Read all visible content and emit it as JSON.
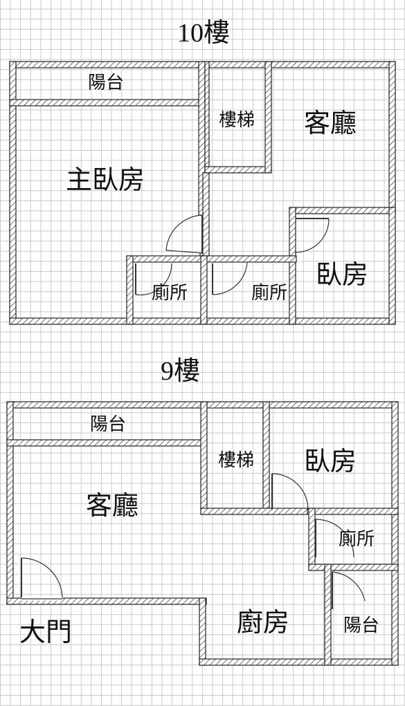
{
  "floors": [
    {
      "title": "10樓",
      "rooms": {
        "balcony": "陽台",
        "stairs": "樓梯",
        "living": "客廳",
        "master_bedroom": "主臥房",
        "bedroom": "臥房",
        "toilet_left": "廁所",
        "toilet_right": "廁所"
      }
    },
    {
      "title": "9樓",
      "rooms": {
        "balcony_top": "陽台",
        "stairs": "樓梯",
        "bedroom": "臥房",
        "living": "客廳",
        "toilet": "廁所",
        "kitchen": "廚房",
        "balcony_right": "陽台",
        "main_door": "大門"
      }
    }
  ]
}
